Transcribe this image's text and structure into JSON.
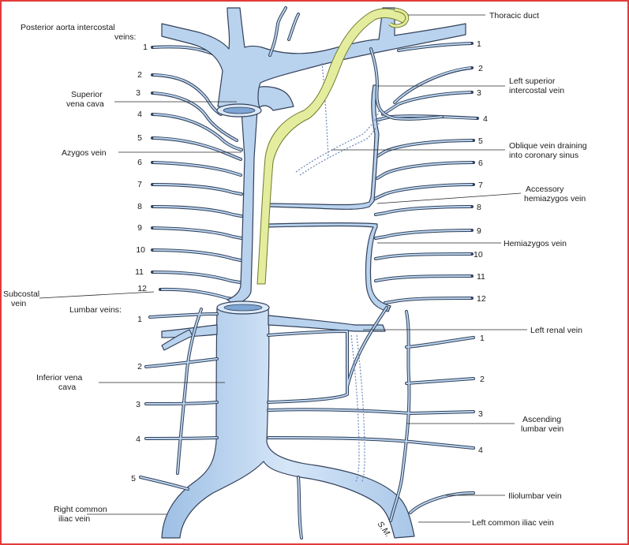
{
  "labels": {
    "thoracic_duct": "Thoracic duct",
    "posterior_aorta_1": "Posterior aorta intercostal",
    "posterior_aorta_2": "veins:",
    "superior_vena_cava_1": "Superior",
    "superior_vena_cava_2": "vena cava",
    "azygos_vein": "Azygos vein",
    "subcostal_1": "Subcostal",
    "subcostal_2": "vein",
    "lumbar_veins": "Lumbar veins:",
    "inferior_vena_cava_1": "Inferior vena",
    "inferior_vena_cava_2": "cava",
    "right_common_iliac_1": "Right common",
    "right_common_iliac_2": "iliac vein",
    "left_superior_intercostal_1": "Left superior",
    "left_superior_intercostal_2": "intercostal vein",
    "oblique_vein_1": "Oblique vein draining",
    "oblique_vein_2": "into coronary sinus",
    "accessory_hemiazygos_1": "Accessory",
    "accessory_hemiazygos_2": "hemiazygos vein",
    "hemiazygos_vein": "Hemiazygos vein",
    "left_renal_vein": "Left renal vein",
    "ascending_lumbar_1": "Ascending",
    "ascending_lumbar_2": "lumbar vein",
    "iliolumbar_vein": "Iliolumbar vein",
    "left_common_iliac": "Left common iliac vein",
    "signature": "S.M."
  },
  "right_side_numbers": [
    "1",
    "2",
    "3",
    "4",
    "5",
    "6",
    "7",
    "8",
    "9",
    "10",
    "11",
    "12"
  ],
  "left_side_numbers": [
    "1",
    "2",
    "3",
    "4",
    "5",
    "6",
    "7",
    "8",
    "9",
    "10",
    "11",
    "12"
  ],
  "right_lumbar_numbers": [
    "1",
    "2",
    "3",
    "4",
    "5"
  ],
  "left_lumbar_numbers": [
    "1",
    "2",
    "3",
    "4"
  ],
  "colors": {
    "vein_fill": "#b9d3ee",
    "vein_outline": "#33415a",
    "duct_fill": "#e4ec9e",
    "frame": "#e23b3b"
  }
}
